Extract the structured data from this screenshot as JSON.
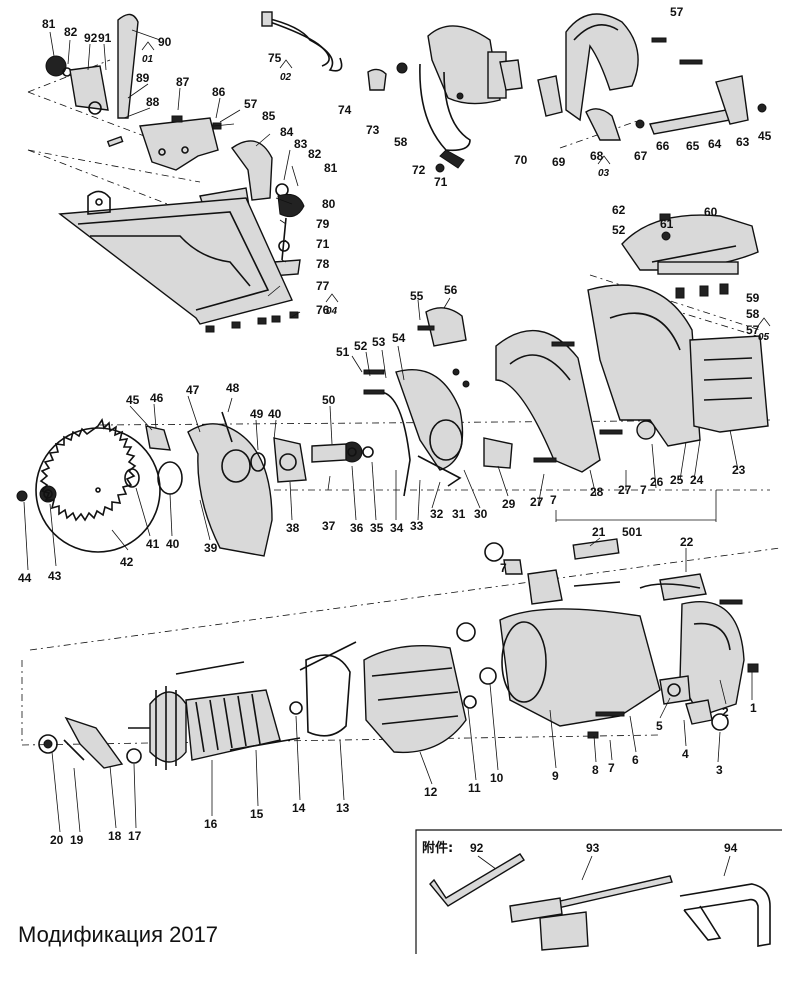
{
  "caption": "Модификация 2017",
  "accessories_title": "附件:",
  "labels": {
    "p1": "1",
    "p2": "2",
    "p3": "3",
    "p4": "4",
    "p5": "5",
    "p6": "6",
    "p7": "7",
    "p7b": "7",
    "p7c": "7",
    "p7d": "7",
    "p8": "8",
    "p9": "9",
    "p10": "10",
    "p11": "11",
    "p12": "12",
    "p13": "13",
    "p14": "14",
    "p15": "15",
    "p16": "16",
    "p17": "17",
    "p18": "18",
    "p19": "19",
    "p20": "20",
    "p21": "21",
    "p22": "22",
    "p23": "23",
    "p24": "24",
    "p25": "25",
    "p26": "26",
    "p27": "27",
    "p27b": "27",
    "p28": "28",
    "p29": "29",
    "p30": "30",
    "p31": "31",
    "p32": "32",
    "p33": "33",
    "p34": "34",
    "p35": "35",
    "p36": "36",
    "p37": "37",
    "p38": "38",
    "p39": "39",
    "p40": "40",
    "p40b": "40",
    "p41": "41",
    "p42": "42",
    "p43": "43",
    "p44": "44",
    "p45": "45",
    "p45b": "45",
    "p46": "46",
    "p47": "47",
    "p48": "48",
    "p49": "49",
    "p50": "50",
    "p51": "51",
    "p52": "52",
    "p52b": "52",
    "p53": "53",
    "p54": "54",
    "p55": "55",
    "p56": "56",
    "p57": "57",
    "p57b": "57",
    "p57c": "57",
    "p58": "58",
    "p58b": "58",
    "p59": "59",
    "p60": "60",
    "p61": "61",
    "p62": "62",
    "p63": "63",
    "p64": "64",
    "p65": "65",
    "p66": "66",
    "p67": "67",
    "p68": "68",
    "p69": "69",
    "p70": "70",
    "p71": "71",
    "p71b": "71",
    "p72": "72",
    "p73": "73",
    "p74": "74",
    "p75": "75",
    "p76": "76",
    "p77": "77",
    "p78": "78",
    "p79": "79",
    "p80": "80",
    "p81": "81",
    "p81b": "81",
    "p82": "82",
    "p82b": "82",
    "p83": "83",
    "p84": "84",
    "p85": "85",
    "p86": "86",
    "p87": "87",
    "p88": "88",
    "p89": "89",
    "p90": "90",
    "p91": "91",
    "p92": "92",
    "p92b": "92",
    "p93": "93",
    "p94": "94",
    "p501": "501"
  },
  "markers": {
    "m01": "01",
    "m02": "02",
    "m03": "03",
    "m04": "04",
    "m05": "05"
  }
}
